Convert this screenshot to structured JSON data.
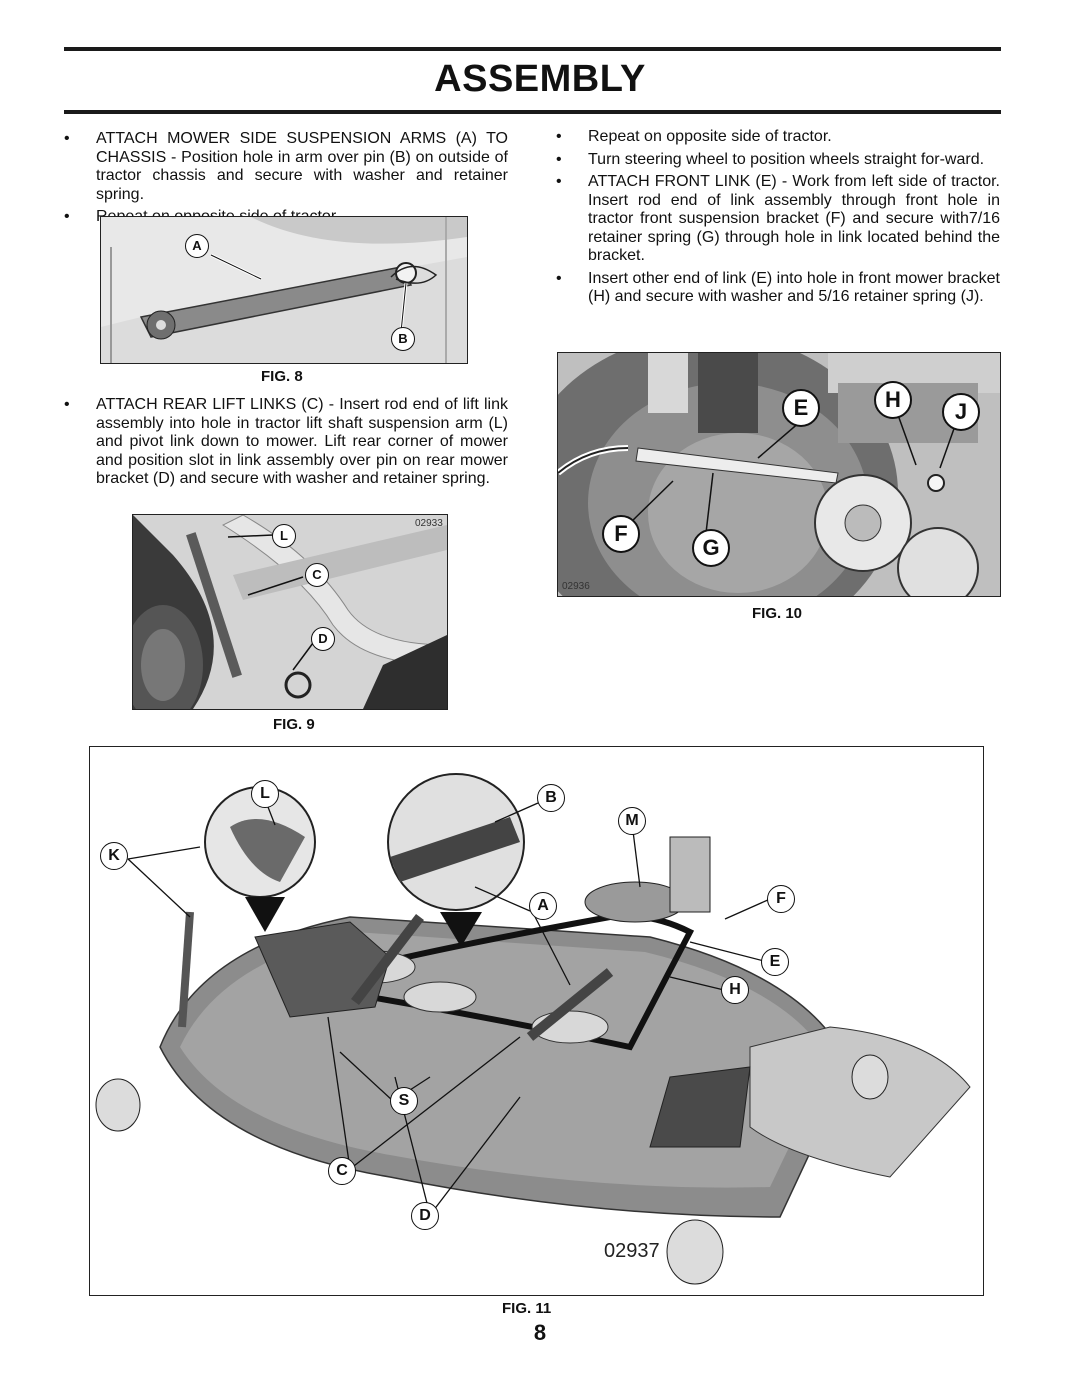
{
  "page": {
    "title": "ASSEMBLY",
    "page_number": "8"
  },
  "left_column": {
    "bullets_top": [
      "ATTACH MOWER SIDE SUSPENSION ARMS (A) TO CHASSIS - Position hole in arm over pin (B) on outside of tractor chassis and secure with washer and retainer spring.",
      "Repeat on opposite side of tractor."
    ],
    "bullets_mid": [
      "ATTACH REAR LIFT LINKS (C) - Insert rod end of lift link assembly into hole in tractor lift shaft suspension arm (L) and pivot link down to mower. Lift rear corner of mower and position slot in link assembly over pin on rear mower bracket (D) and secure with washer and retainer spring."
    ]
  },
  "right_column": {
    "bullets": [
      "Repeat on opposite side of tractor.",
      "Turn steering wheel to position wheels straight for-ward.",
      "ATTACH FRONT LINK (E) - Work from left side of tractor. Insert rod end of link assembly through front hole in tractor front suspension bracket (F) and secure with7/16 retainer spring (G) through hole in link located behind the bracket.",
      "Insert other end of link (E) into hole in front mower bracket (H) and secure with washer and 5/16 retainer spring (J)."
    ]
  },
  "figures": {
    "fig8": {
      "caption": "FIG. 8",
      "labels": [
        "A",
        "B"
      ]
    },
    "fig9": {
      "caption": "FIG. 9",
      "code": "02933",
      "labels": [
        "L",
        "C",
        "D"
      ]
    },
    "fig10": {
      "caption": "FIG. 10",
      "code": "02936",
      "labels": [
        "E",
        "H",
        "J",
        "F",
        "G"
      ]
    },
    "fig11": {
      "caption": "FIG. 11",
      "code": "02937",
      "labels": [
        "L",
        "B",
        "M",
        "K",
        "A",
        "F",
        "E",
        "H",
        "S",
        "C",
        "D"
      ]
    }
  }
}
